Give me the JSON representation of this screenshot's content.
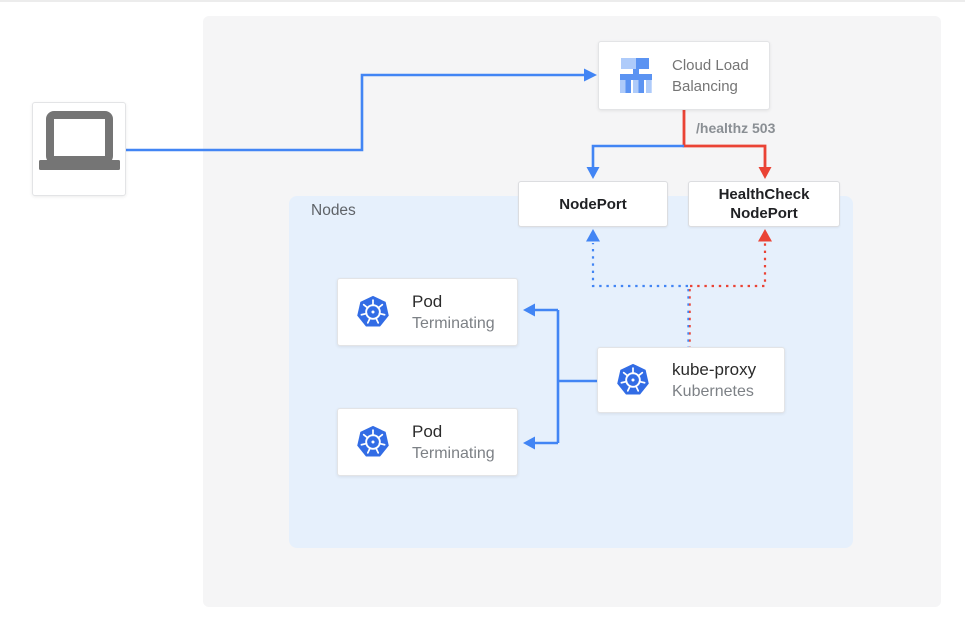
{
  "colors": {
    "blue": "#4285f4",
    "red": "#ea4335",
    "k8s_blue": "#326ce5",
    "icon_gray": "#757575",
    "icon_light_blue": "#aecbfa",
    "icon_mid_blue": "#5b93f2",
    "nodes_panel_bg": "#e6f0fc",
    "outer_panel_bg": "#f5f5f6"
  },
  "client": {
    "icon": "laptop-icon"
  },
  "load_balancer": {
    "icon": "cloud-load-balancing-icon",
    "line1": "Cloud Load",
    "line2": "Balancing"
  },
  "healthz_label": "/healthz 503",
  "nodes_group": {
    "label": "Nodes"
  },
  "nodeport": {
    "label": "NodePort"
  },
  "healthcheck_nodeport": {
    "line1": "HealthCheck",
    "line2": "NodePort"
  },
  "kube_proxy": {
    "icon": "kubernetes-icon",
    "title": "kube-proxy",
    "subtitle": "Kubernetes"
  },
  "pods": [
    {
      "icon": "kubernetes-icon",
      "title": "Pod",
      "subtitle": "Terminating"
    },
    {
      "icon": "kubernetes-icon",
      "title": "Pod",
      "subtitle": "Terminating"
    }
  ]
}
